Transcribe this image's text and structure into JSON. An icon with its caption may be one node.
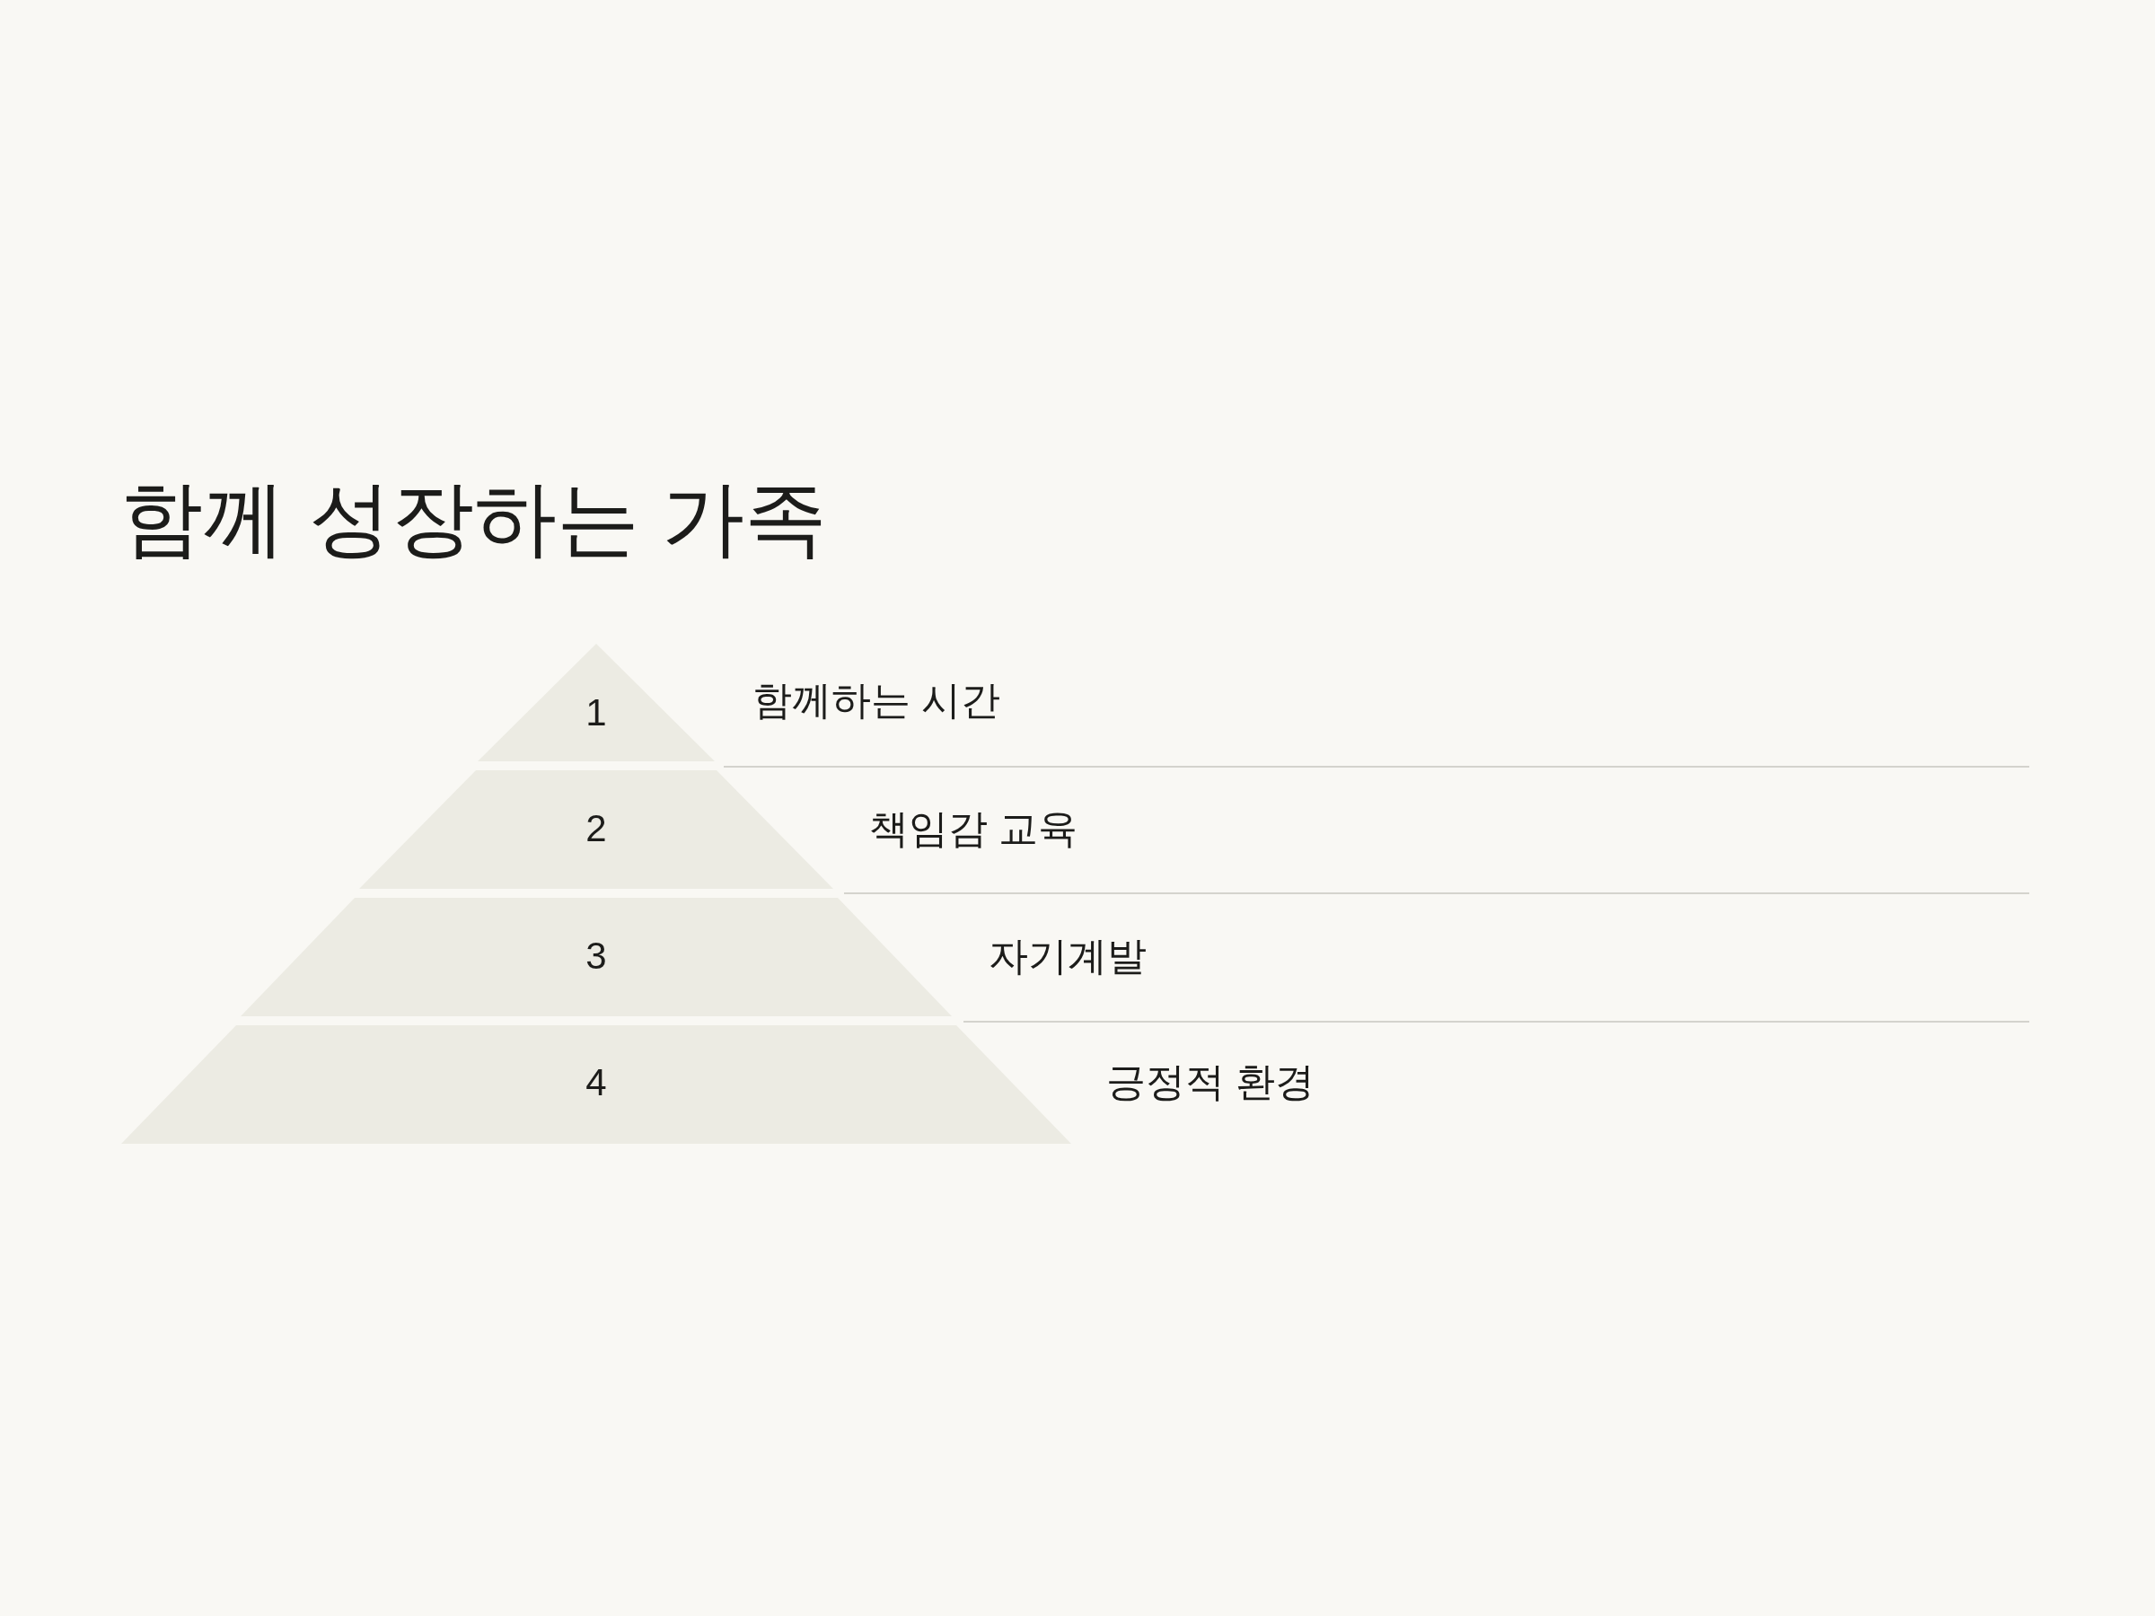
{
  "diagram": {
    "title": "함께 성장하는 가족",
    "nodes": [
      {
        "text": [
          "1"
        ],
        "beside": [
          "함께하는 시간"
        ]
      },
      {
        "text": [
          "2"
        ],
        "beside": [
          "책임감 교육"
        ]
      },
      {
        "text": [
          "3"
        ],
        "beside": [
          "자기계발"
        ]
      },
      {
        "text": [
          "4"
        ],
        "beside": [
          "긍정적 환경"
        ]
      }
    ]
  }
}
